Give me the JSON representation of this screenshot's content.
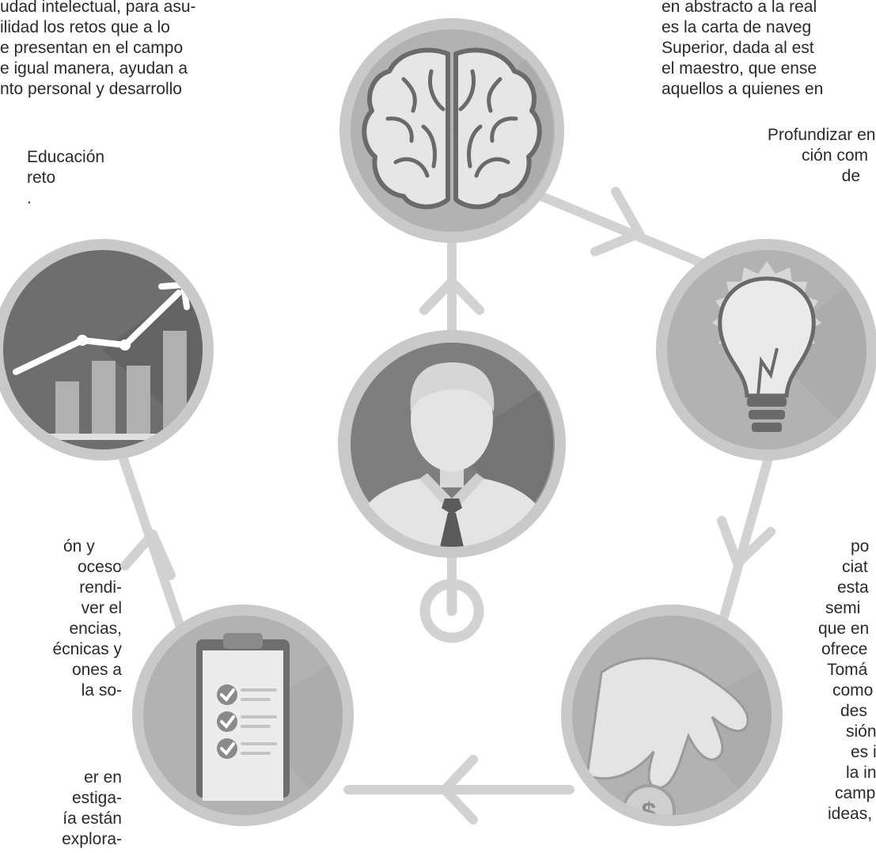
{
  "text_blocks": {
    "top_left": [
      "udad intelectual, para asu-",
      "ilidad los retos que a lo",
      "e presentan en  el campo",
      "e igual manera, ayudan a",
      "nto personal y desarrollo"
    ],
    "left_heading": [
      "Educación",
      "reto",
      "."
    ],
    "top_right": [
      "en abstracto a la real",
      "es la carta de naveg",
      "Superior, dada al est",
      "el maestro, que ense",
      "aquellos a quienes en"
    ],
    "right_heading": [
      "Profundizar en l",
      "ción com",
      "de"
    ],
    "mid_left": [
      "ón y",
      "oceso",
      "rendi-",
      "ver  el",
      "encias,",
      "écnicas y",
      "ones a",
      "la so-"
    ],
    "bottom_left": [
      "er  en",
      "estiga-",
      "ía están",
      "explora-"
    ],
    "bottom_right": [
      "po",
      "ciat",
      "esta",
      "semi",
      "que en",
      "ofrece",
      "Tomá",
      "como",
      "des",
      "sión",
      "es in",
      "la  in",
      "campo",
      "ideas,"
    ]
  },
  "diagram": {
    "center_icon": "businessman-icon",
    "cycle_icons": [
      "brain-icon",
      "lightbulb-icon",
      "hand-coin-icon",
      "clipboard-checklist-icon",
      "growth-chart-icon"
    ],
    "power_icon": "power-icon",
    "coin_symbol": "$",
    "colors": {
      "circle_outer": "#c9c9c9",
      "circle_inner": "#b0b0b0",
      "connector": "#d0d0d0",
      "icon_light": "#e9e9e9",
      "icon_dark": "#6e6e6e",
      "text": "#2a2a2a"
    }
  }
}
